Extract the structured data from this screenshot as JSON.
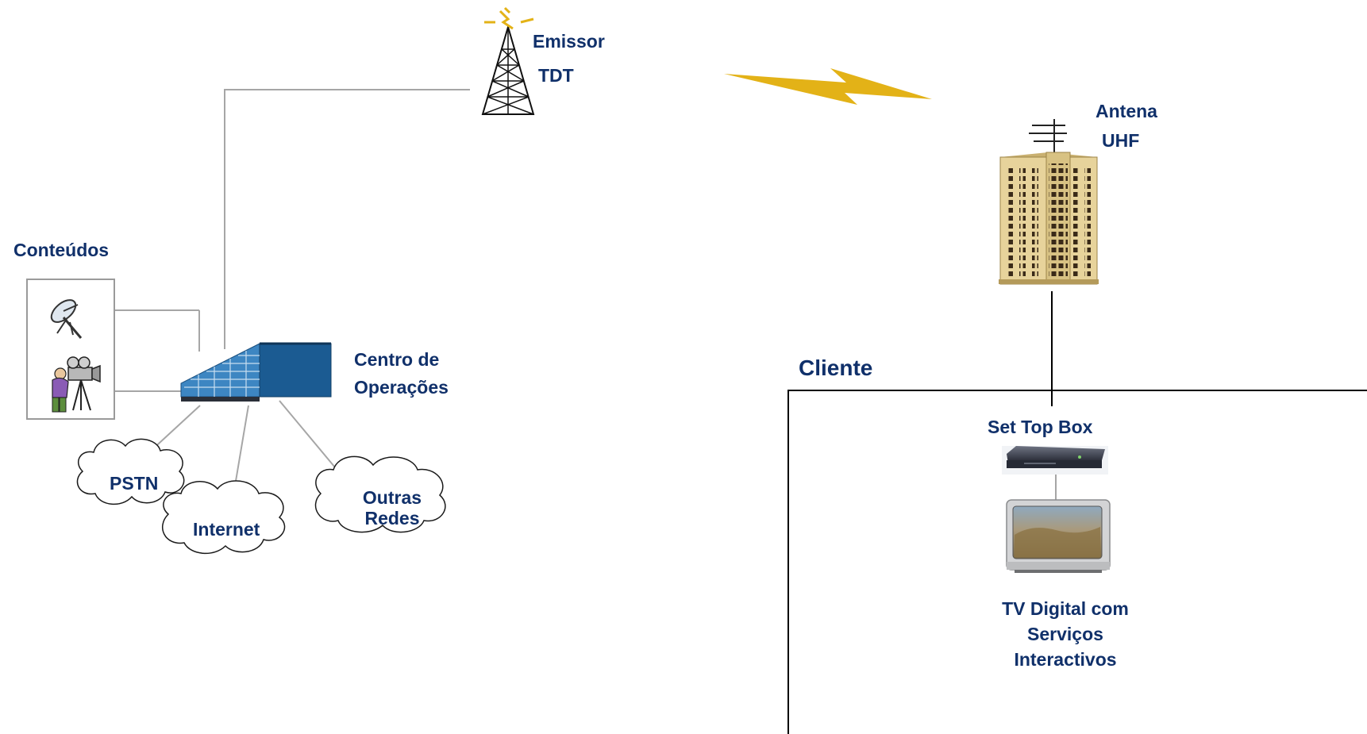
{
  "labels": {
    "emissor_line1": "Emissor",
    "emissor_line2": "TDT",
    "antena_line1": "Antena",
    "antena_line2": "UHF",
    "conteudos": "Conteúdos",
    "centro_line1": "Centro de",
    "centro_line2": "Operações",
    "pstn": "PSTN",
    "internet": "Internet",
    "outras_line1": "Outras",
    "outras_line2": "Redes",
    "cliente": "Cliente",
    "set_top_box": "Set Top Box",
    "tv_line1": "TV Digital com",
    "tv_line2": "Serviços",
    "tv_line3": "Interactivos"
  },
  "colors": {
    "label_text": "#10306a",
    "link_line": "#a6a6a6",
    "client_frame": "#000000",
    "lightning": "#e3b217",
    "building_front": "#2a72ad",
    "building_side": "#1b5287",
    "tower_body": "#e3cc8f"
  },
  "icons": {
    "transmitter": "radio-tower-icon",
    "link": "lightning-bolt-icon",
    "receiver": "antenna-building-icon",
    "satellite": "satellite-dish-icon",
    "camera": "camera-operator-icon",
    "operations": "operations-building-icon",
    "stb": "set-top-box-icon",
    "tv": "television-icon"
  }
}
